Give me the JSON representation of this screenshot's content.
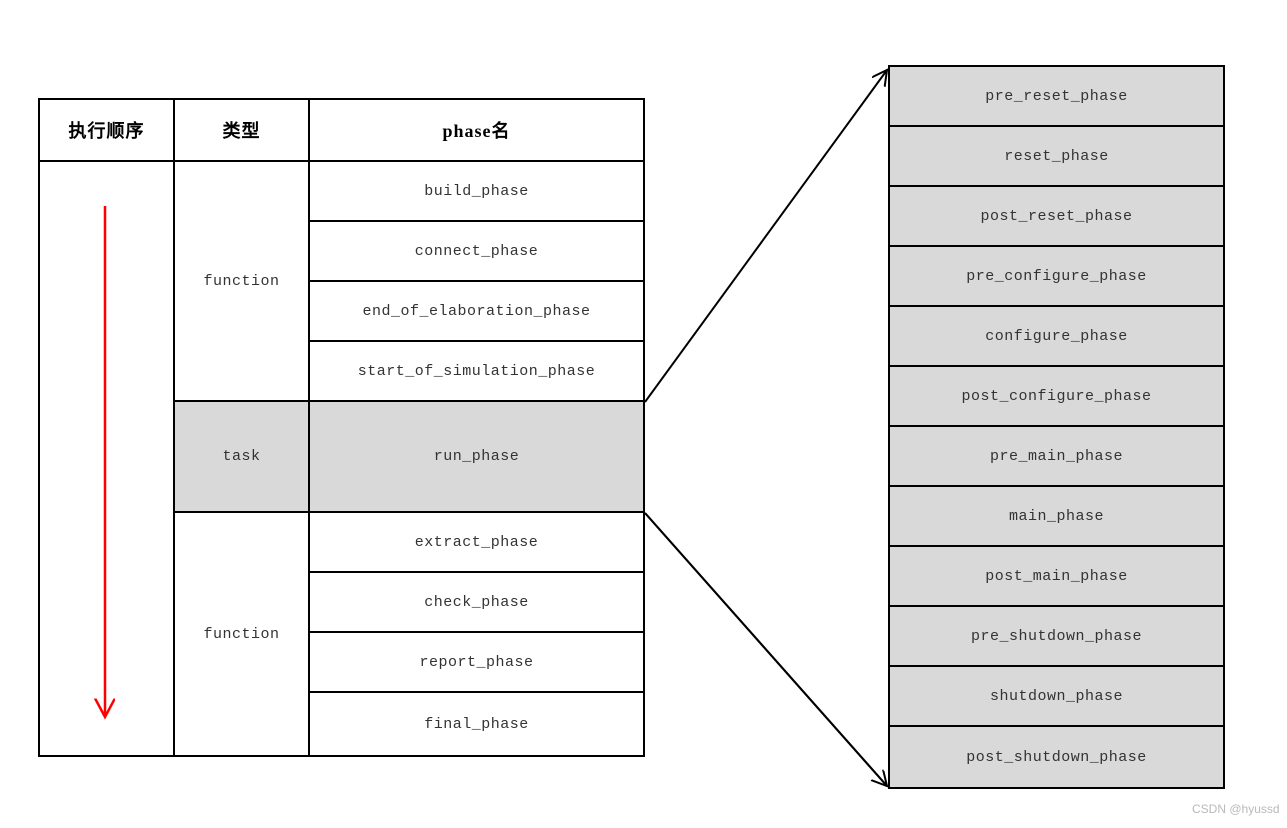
{
  "left_table": {
    "headers": {
      "order": "执行顺序",
      "type": "类型",
      "phase": "phase名"
    },
    "groups": [
      {
        "type": "function",
        "highlighted": false,
        "phases": [
          "build_phase",
          "connect_phase",
          "end_of_elaboration_phase",
          "start_of_simulation_phase"
        ]
      },
      {
        "type": "task",
        "highlighted": true,
        "phases": [
          "run_phase"
        ]
      },
      {
        "type": "function",
        "highlighted": false,
        "phases": [
          "extract_phase",
          "check_phase",
          "report_phase",
          "final_phase"
        ]
      }
    ]
  },
  "right_list": {
    "phases": [
      "pre_reset_phase",
      "reset_phase",
      "post_reset_phase",
      "pre_configure_phase",
      "configure_phase",
      "post_configure_phase",
      "pre_main_phase",
      "main_phase",
      "post_main_phase",
      "pre_shutdown_phase",
      "shutdown_phase",
      "post_shutdown_phase"
    ]
  },
  "colors": {
    "cell_gray": "#d9d9d9",
    "execution_arrow_red": "#ff0000",
    "line_black": "#000000"
  },
  "watermark": "CSDN @hyussd"
}
